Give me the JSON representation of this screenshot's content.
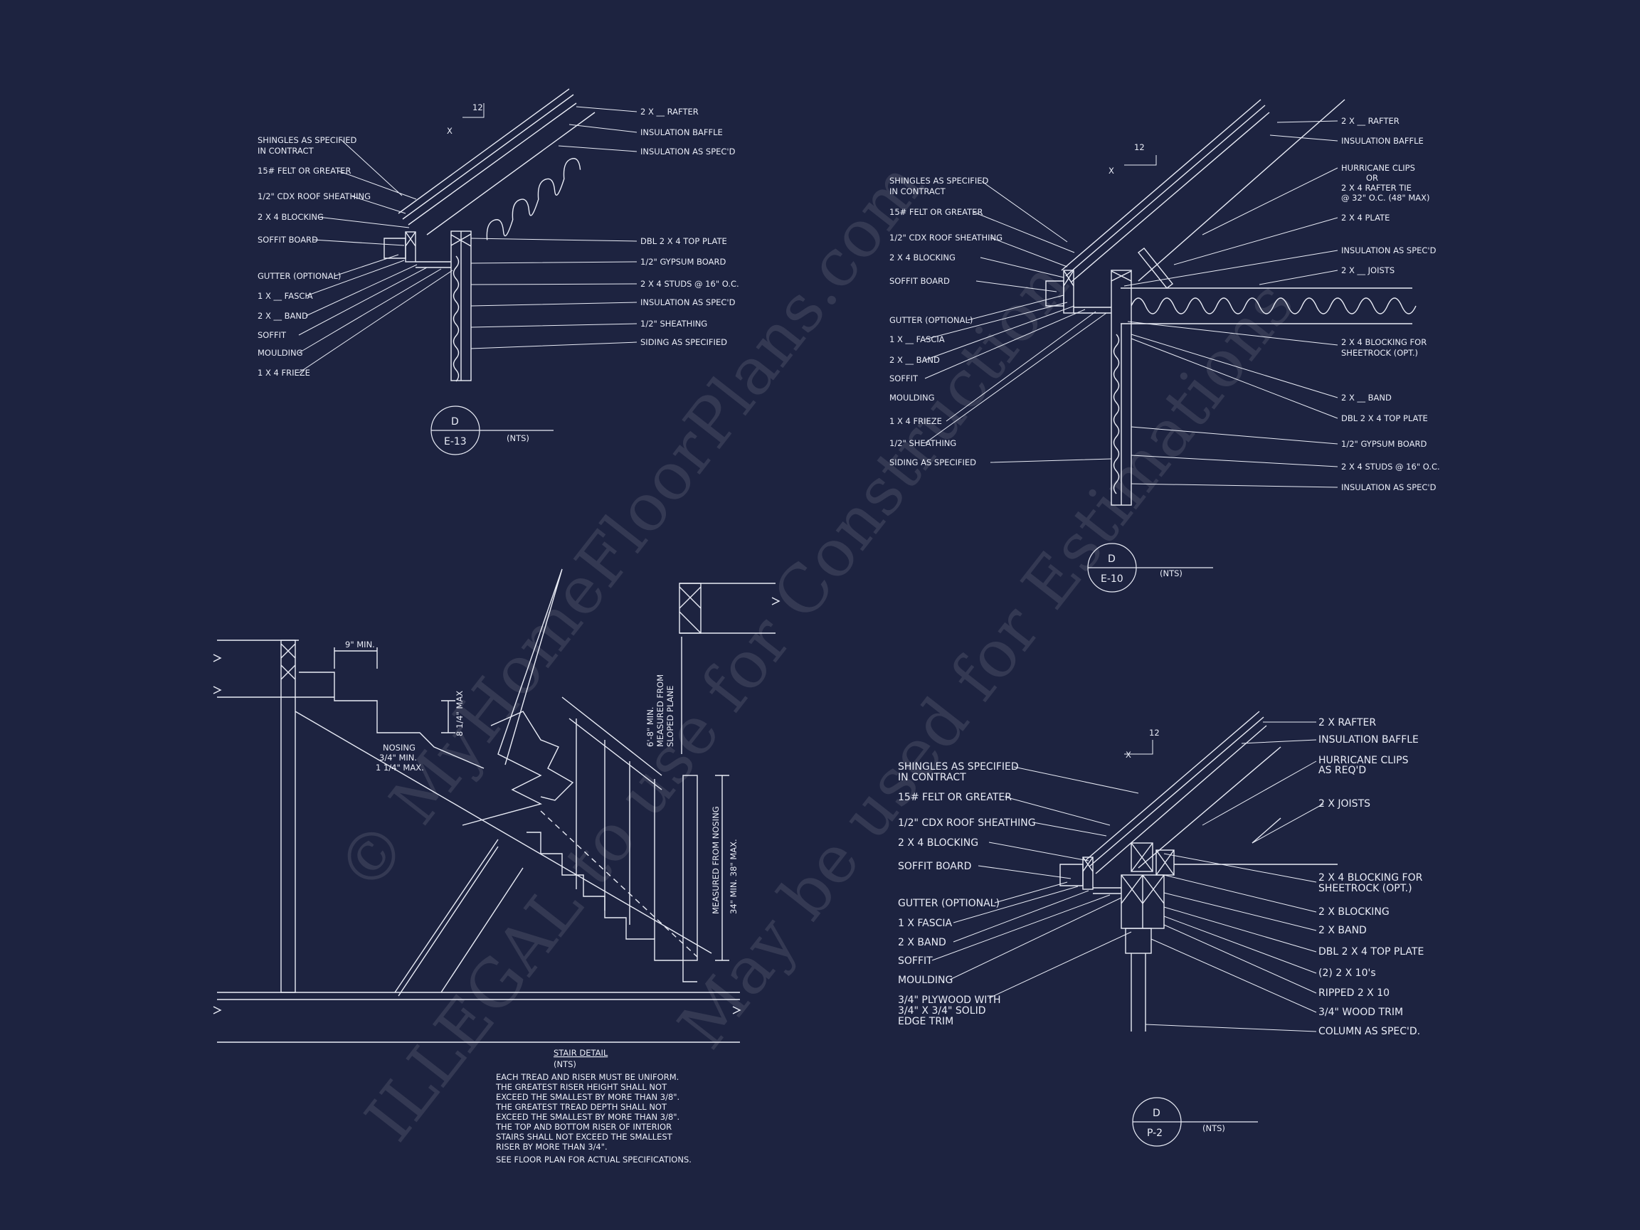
{
  "detail_e13": {
    "labels_left": [
      "SHINGLES AS SPECIFIED",
      "IN CONTRACT",
      "15# FELT OR GREATER",
      "1/2\" CDX ROOF SHEATHING",
      "2 X 4 BLOCKING",
      "SOFFIT  BOARD",
      "GUTTER (OPTIONAL)",
      "1 X __ FASCIA",
      "2 X __ BAND",
      "SOFFIT",
      "MOULDING",
      "1 X 4 FRIEZE"
    ],
    "labels_right": [
      "2 X __ RAFTER",
      "INSULATION BAFFLE",
      "INSULATION AS SPEC'D",
      "DBL 2 X 4 TOP PLATE",
      "1/2\" GYPSUM BOARD",
      "2 X 4 STUDS @ 16\" O.C.",
      "INSULATION AS SPEC'D",
      "1/2\" SHEATHING",
      "SIDING AS SPECIFIED"
    ],
    "slope_run": "12",
    "slope_rise": "X",
    "tag_letter": "D",
    "tag_sheet": "E-13",
    "scale": "(NTS)"
  },
  "detail_e10": {
    "labels_left": [
      "SHINGLES AS SPECIFIED",
      "IN CONTRACT",
      "15# FELT OR GREATER",
      "1/2\" CDX ROOF SHEATHING",
      "2 X 4 BLOCKING",
      "SOFFIT BOARD",
      "GUTTER (OPTIONAL)",
      "1 X __ FASCIA",
      "2 X __ BAND",
      "SOFFIT",
      "MOULDING",
      "1 X 4 FRIEZE",
      "1/2\" SHEATHING",
      "SIDING AS SPECIFIED"
    ],
    "labels_right": [
      "2 X __ RAFTER",
      "INSULATION BAFFLE",
      "HURRICANE CLIPS",
      "OR",
      "2 X 4 RAFTER TIE",
      "@ 32\" O.C. (48\" MAX)",
      "2 X 4 PLATE",
      "INSULATION AS SPEC'D",
      "2 X __ JOISTS",
      "2 X 4 BLOCKING FOR",
      "SHEETROCK (OPT.)",
      "2 X __ BAND",
      "DBL 2 X 4 TOP PLATE",
      "1/2\" GYPSUM BOARD",
      "2 X 4 STUDS @ 16\" O.C.",
      "INSULATION AS SPEC'D"
    ],
    "slope_run": "12",
    "slope_rise": "X",
    "tag_letter": "D",
    "tag_sheet": "E-10",
    "scale": "(NTS)"
  },
  "stair": {
    "dim_tread": "9\" MIN.",
    "dim_riser": "8 1/4\" MAX",
    "nosing": [
      "NOSING",
      "3/4\" MIN.",
      "1 1/4\" MAX."
    ],
    "headroom": [
      "6'-8\" MIN.",
      "MEASURED FROM",
      "SLOPED PLANE"
    ],
    "rail_height": [
      "MEASURED FROM NOSING",
      "34\" MIN. 38\" MAX."
    ],
    "title": "STAIR DETAIL",
    "scale": "(NTS)",
    "notes": [
      "EACH TREAD AND RISER MUST BE UNIFORM.",
      "THE GREATEST RISER HEIGHT SHALL NOT",
      "EXCEED THE SMALLEST BY MORE THAN 3/8\".",
      "THE GREATEST TREAD DEPTH SHALL NOT",
      "EXCEED THE SMALLEST BY MORE THAN  3/8\".",
      "THE TOP AND BOTTOM RISER OF INTERIOR",
      "STAIRS SHALL NOT EXCEED THE SMALLEST",
      "RISER BY MORE THAN 3/4\".",
      "SEE FLOOR PLAN FOR ACTUAL SPECIFICATIONS."
    ]
  },
  "detail_p2": {
    "labels_left": [
      "SHINGLES AS SPECIFIED",
      "IN CONTRACT",
      "15# FELT OR GREATER",
      "1/2\" CDX ROOF SHEATHING",
      "2 X 4 BLOCKING",
      "SOFFIT  BOARD",
      "GUTTER (OPTIONAL)",
      "1 X   FASCIA",
      "2 X   BAND",
      "SOFFIT",
      "MOULDING",
      "3/4\" PLYWOOD WITH",
      "3/4\" X 3/4\" SOLID",
      "EDGE TRIM"
    ],
    "labels_right": [
      "2 X   RAFTER",
      "INSULATION BAFFLE",
      "HURRICANE CLIPS",
      "AS REQ'D",
      "2 X   JOISTS",
      "2 X 4 BLOCKING FOR",
      "SHEETROCK (OPT.)",
      "2 X    BLOCKING",
      "2 X    BAND",
      "DBL 2 X 4 TOP PLATE",
      "(2) 2 X 10's",
      "RIPPED 2 X 10",
      "3/4\" WOOD TRIM",
      "COLUMN AS SPEC'D."
    ],
    "slope_run": "12",
    "slope_rise": "X",
    "tag_letter": "D",
    "tag_sheet": "P-2",
    "scale": "(NTS)"
  },
  "watermark": {
    "line1": "© MyHomeFloorPlans.com",
    "line2": "ILLEGAL to use for Construction",
    "line3": "May be used for Estimations"
  },
  "colors": {
    "background": "#1d2340",
    "ink": "#e9ecf6"
  }
}
